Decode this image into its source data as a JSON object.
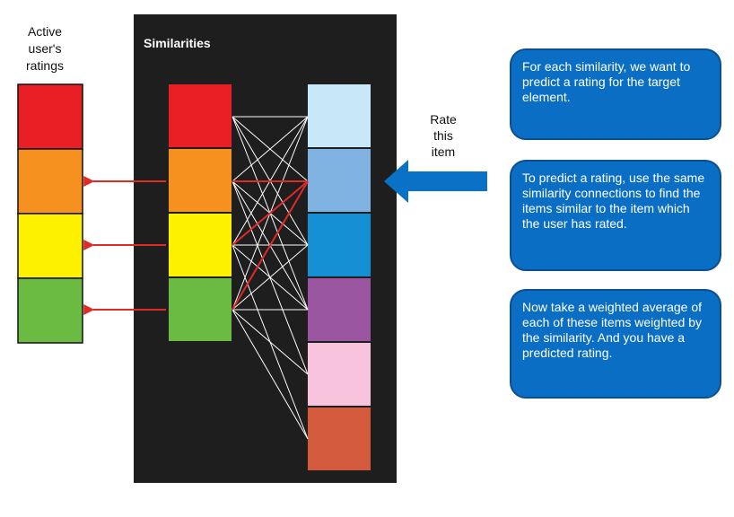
{
  "labels": {
    "active_ratings": "Active\nuser's\nratings",
    "similarities": "Similarities",
    "rate_item": "Rate\nthis\nitem"
  },
  "callouts": [
    "For each similarity, we want to predict a rating for the target element.",
    "To predict a rating, use the same similarity connections to find the items similar to the item which the user has rated.",
    "Now take a weighted average of each of these items weighted by the similarity. And you have a predicted rating."
  ],
  "colors": {
    "panel": "#1e1e1e",
    "red": "#ea1f26",
    "orange": "#f6901e",
    "yellow": "#fdf100",
    "green": "#6bba42",
    "light_blue": "#c8e8f9",
    "mid_blue": "#7fb2e0",
    "blue": "#158fd3",
    "purple": "#9a55a1",
    "pink": "#f6c2dc",
    "brick": "#d45a3e",
    "arrow_red": "#e02a26",
    "arrow_blue": "#0a72c6",
    "connection": "#ffffff"
  },
  "active_ratings": [
    "red",
    "orange",
    "yellow",
    "green"
  ],
  "similarity_items": [
    "red",
    "orange",
    "yellow",
    "green"
  ],
  "target_items": [
    "light_blue",
    "mid_blue",
    "blue",
    "purple",
    "pink",
    "brick"
  ],
  "highlighted_target": 1
}
